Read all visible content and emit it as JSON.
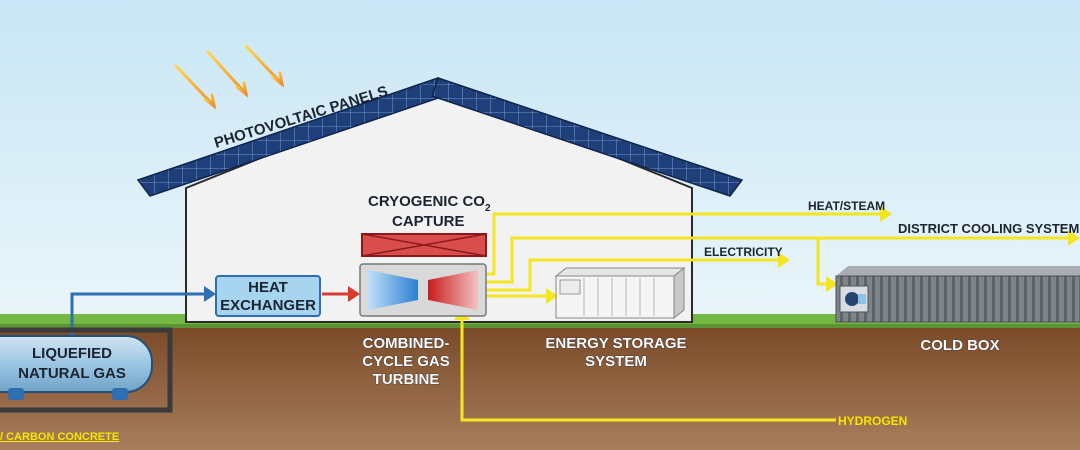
{
  "labels": {
    "photovoltaic": "PHOTOVOLTAIC PANELS",
    "cryogenic_line1": "CRYOGENIC CO",
    "cryogenic_sub": "2",
    "cryogenic_line2": "CAPTURE",
    "heat_exchanger_line1": "HEAT",
    "heat_exchanger_line2": "EXCHANGER",
    "lng_line1": "LIQUEFIED",
    "lng_line2": "NATURAL GAS",
    "turbine_line1": "COMBINED-",
    "turbine_line2": "CYCLE GAS",
    "turbine_line3": "TURBINE",
    "storage_line1": "ENERGY STORAGE",
    "storage_line2": "SYSTEM",
    "cold_box": "COLD BOX",
    "heat_steam": "HEAT/STEAM",
    "district_cooling": "DISTRICT COOLING SYSTEM",
    "electricity": "ELECTRICITY",
    "hydrogen": "HYDROGEN",
    "carbon_concrete": "/ CARBON CONCRETE"
  },
  "colors": {
    "sky_top": "#cfeaf6",
    "sky_bottom": "#e8f4f8",
    "ground": "#8a5a36",
    "grass": "#74b743",
    "house_wall": "#f3f3f3",
    "roof_panel": "#1f3f7a",
    "flow_yellow": "#f4e521",
    "gas_blue": "#2e6fb4",
    "heat_red": "#d93a2e",
    "tank_blue": "#a6cde6",
    "cryo_box": "#d94d4d"
  },
  "icons": [
    "sun-ray-arrow-icon",
    "turbine-icon",
    "battery-cabinet-icon",
    "cold-box-container-icon",
    "lng-tank-icon"
  ]
}
